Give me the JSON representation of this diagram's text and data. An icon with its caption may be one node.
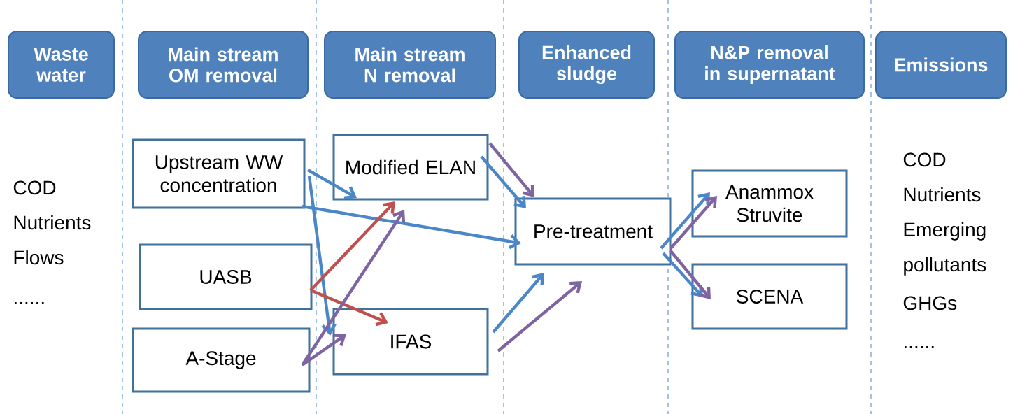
{
  "diagram": {
    "nodes": [
      {
        "text": [
          "Waste water"
        ]
      },
      {
        "text": [
          "Main stream OM removal"
        ]
      },
      {
        "text": [
          "Main stream N removal"
        ]
      },
      {
        "text": [
          "Enhanced sludge"
        ]
      },
      {
        "text": [
          "N&P removal in supernatant"
        ]
      },
      {
        "text": [
          "Emissions"
        ]
      },
      {
        "text": [
          "Upstream WW concentration"
        ]
      },
      {
        "text": [
          "UASB"
        ]
      },
      {
        "text": [
          "A-Stage"
        ]
      },
      {
        "text": [
          "Modified ELAN"
        ]
      },
      {
        "text": [
          "IFAS"
        ]
      },
      {
        "text": [
          "Pre-treatment"
        ]
      },
      {
        "text": [
          "Anammox Struvite"
        ]
      },
      {
        "text": [
          "SCENA"
        ]
      }
    ],
    "edges": [
      {
        "from": 6,
        "to": 9,
        "arrow": "to"
      },
      {
        "from": 6,
        "to": 10,
        "arrow": "to"
      },
      {
        "from": 6,
        "to": 11,
        "arrow": "to"
      },
      {
        "from": 7,
        "to": 9,
        "arrow": "to",
        "color": "#c0504d"
      },
      {
        "from": 7,
        "to": 10,
        "arrow": "to",
        "color": "#c0504d"
      },
      {
        "from": 8,
        "to": 9,
        "arrow": "to",
        "color": "#8064a2"
      },
      {
        "from": 8,
        "to": 10,
        "arrow": "to",
        "color": "#8064a2"
      },
      {
        "from": 9,
        "to": 11,
        "arrow": "to"
      },
      {
        "from": 9,
        "to": 11,
        "arrow": "to",
        "color": "#8064a2"
      },
      {
        "from": 10,
        "to": 11,
        "arrow": "to"
      },
      {
        "from": 10,
        "to": 11,
        "arrow": "to",
        "color": "#8064a2"
      },
      {
        "from": 11,
        "to": 12,
        "arrow": "to"
      },
      {
        "from": 11,
        "to": 12,
        "arrow": "to",
        "color": "#8064a2"
      },
      {
        "from": 11,
        "to": 13,
        "arrow": "to"
      },
      {
        "from": 11,
        "to": 13,
        "arrow": "to",
        "color": "#8064a2"
      }
    ],
    "labels": [
      "COD",
      "Nutrients",
      "Flows",
      "......",
      "COD",
      "Nutrients",
      "Emerging pollutants",
      "GHGs",
      "......"
    ]
  }
}
